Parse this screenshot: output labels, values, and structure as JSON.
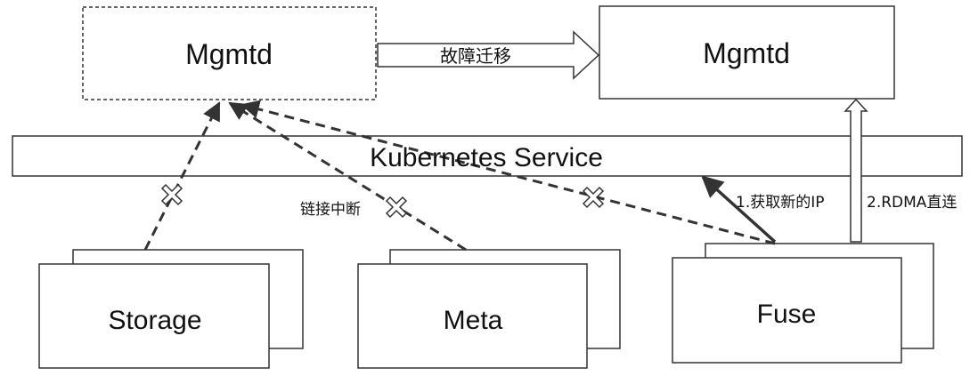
{
  "diagram": {
    "mgmtd_old": {
      "label": "Mgmtd"
    },
    "mgmtd_new": {
      "label": "Mgmtd"
    },
    "failover_arrow": {
      "label": "故障迁移"
    },
    "k8s_service": {
      "label": "Kubernetes Service"
    },
    "nodes": {
      "storage": {
        "label": "Storage"
      },
      "meta": {
        "label": "Meta"
      },
      "fuse": {
        "label": "Fuse"
      }
    },
    "annotations": {
      "connection_broken": "链接中断",
      "get_new_ip": "1.获取新的IP",
      "rdma_direct": "2.RDMA直连"
    },
    "colors": {
      "stroke": "#333333",
      "text": "#111111",
      "background": "#ffffff"
    }
  }
}
